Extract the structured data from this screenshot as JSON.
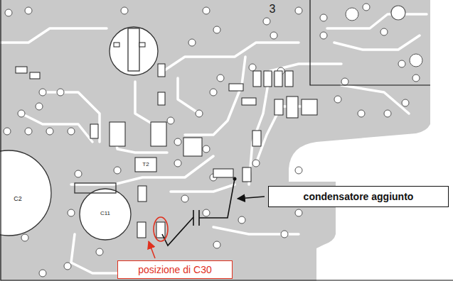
{
  "diagram": {
    "nodes": [
      {
        "text": [
          "condensatore aggiunto"
        ]
      },
      {
        "text": [
          "posizione di C30"
        ]
      }
    ],
    "labels": [
      "3",
      "C2",
      "C11",
      "T2"
    ]
  }
}
